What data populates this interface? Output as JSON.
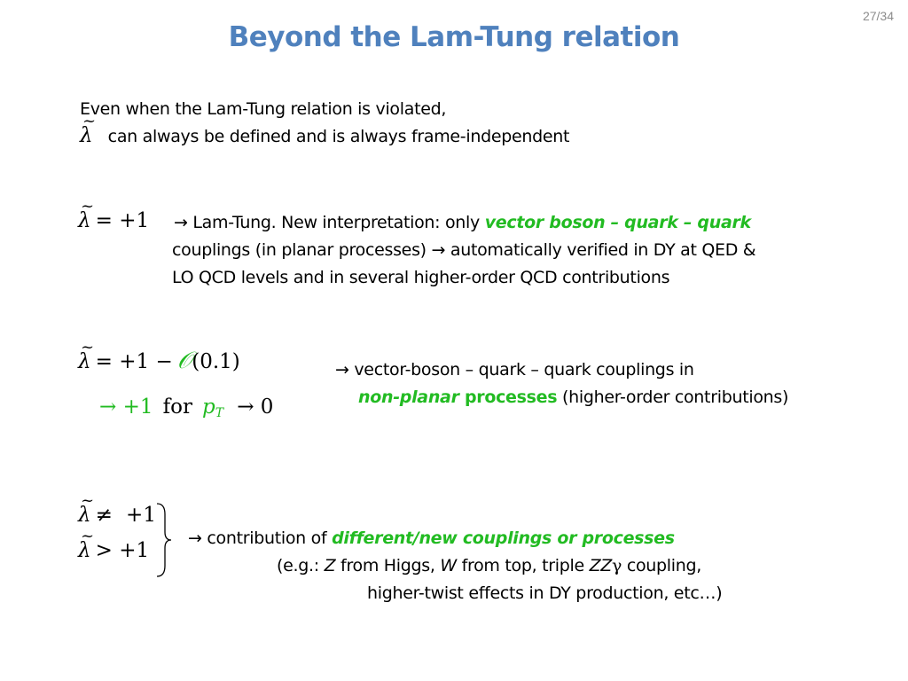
{
  "page_number": "27/34",
  "title": "Beyond the Lam-Tung relation",
  "intro": {
    "line1": "Even when the Lam-Tung relation is violated,",
    "symbol": "λ",
    "tilde": "~",
    "line2": "can always be defined and is always frame-independent"
  },
  "block1": {
    "math": "= +1",
    "arrow_prefix": "→ Lam-Tung. New interpretation: only ",
    "highlight": "vector boson – quark – quark",
    "line2": "couplings (in planar processes) → automatically verified in DY at QED &",
    "line3": "LO QCD levels and in several higher-order QCD contributions"
  },
  "block2": {
    "math_main": "= +1 −",
    "big_o": "𝒪",
    "math_paren": "(0.1)",
    "limit_arrow": "→ +1",
    "limit_for": "for",
    "limit_p": "p",
    "limit_sub": "T",
    "limit_end": "→ 0",
    "line1": "→ vector-boson – quark – quark couplings in",
    "line2_it": "non-planar",
    "line2_b": " processes",
    "line2_rest": " (higher-order contributions)"
  },
  "block3": {
    "row1_rel": "≠",
    "row1_val": "+1",
    "row2_math": "> +1",
    "line1_prefix": "→ contribution of ",
    "line1_highlight": "different/new couplings or processes",
    "line2_a": "(e.g.: ",
    "line2_z": "Z",
    "line2_b": " from Higgs, ",
    "line2_w": "W",
    "line2_c": " from top, triple ",
    "line2_zz": "ZZ",
    "line2_gamma": "γ",
    "line2_d": " coupling,",
    "line3": "higher-twist effects in DY production, etc…)"
  },
  "colors": {
    "title": "#4f81bd",
    "highlight": "#22bb22",
    "page_number": "#8c8c8c"
  }
}
